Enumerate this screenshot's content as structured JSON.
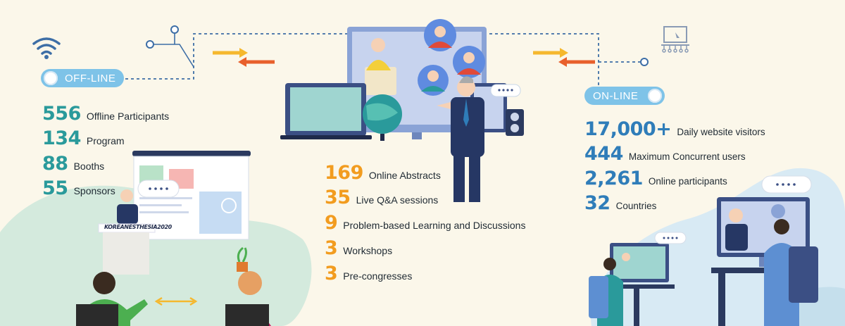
{
  "offline": {
    "toggle_label": "OFF-LINE",
    "stats": [
      {
        "value": "556",
        "label": "Offline Participants"
      },
      {
        "value": "134",
        "label": "Program"
      },
      {
        "value": "88",
        "label": "Booths"
      },
      {
        "value": "55",
        "label": "Sponsors"
      }
    ],
    "podium_text": "KOREANESTHESIA2020"
  },
  "center": {
    "stats": [
      {
        "value": "169",
        "label": "Online Abstracts"
      },
      {
        "value": "35",
        "label": "Live Q&A sessions"
      },
      {
        "value": "9",
        "label": "Problem-based Learning and Discussions"
      },
      {
        "value": "3",
        "label": "Workshops"
      },
      {
        "value": "3",
        "label": "Pre-congresses"
      }
    ]
  },
  "online": {
    "toggle_label": "ON-LINE",
    "stats": [
      {
        "value": "17,000+",
        "label": "Daily website visitors"
      },
      {
        "value": "444",
        "label": "Maximum Concurrent users"
      },
      {
        "value": "2,261",
        "label": "Online participants"
      },
      {
        "value": "32",
        "label": "Countries"
      }
    ]
  },
  "colors": {
    "background": "#fbf7ea",
    "offline_accent": "#2a9a9b",
    "center_accent": "#f29c1f",
    "online_accent": "#2f7db9",
    "toggle": "#7ec3e8",
    "arrow_in": "#f5b82e",
    "arrow_out": "#e8602c"
  },
  "icons": [
    "wifi-icon",
    "laptop-network-icon",
    "globe-icon",
    "speech-bubble-icon"
  ]
}
